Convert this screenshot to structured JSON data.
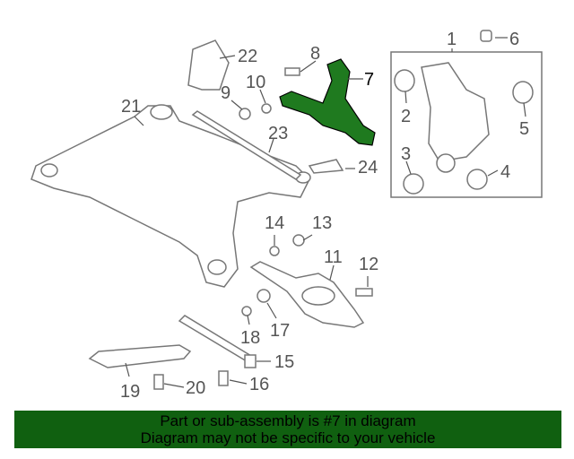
{
  "diagram": {
    "highlight_color": "#1f7a1f",
    "callouts": [
      "1",
      "2",
      "3",
      "4",
      "5",
      "6",
      "7",
      "8",
      "9",
      "10",
      "11",
      "12",
      "13",
      "14",
      "15",
      "16",
      "17",
      "18",
      "19",
      "20",
      "21",
      "22",
      "23",
      "24"
    ]
  },
  "banner": {
    "line1": "Part or sub-assembly is #7 in diagram",
    "line2": "Diagram may not be specific to your vehicle",
    "background": "#106010"
  }
}
